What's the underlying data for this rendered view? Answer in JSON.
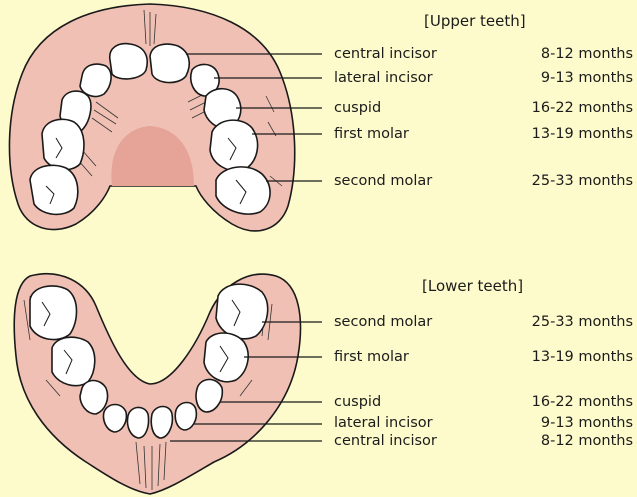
{
  "upper": {
    "header": "[Upper teeth]",
    "teeth": [
      {
        "name": "central incisor",
        "age": "8-12 months"
      },
      {
        "name": "lateral incisor",
        "age": "9-13 months"
      },
      {
        "name": "cuspid",
        "age": "16-22 months"
      },
      {
        "name": "first molar",
        "age": "13-19 months"
      },
      {
        "name": "second molar",
        "age": "25-33 months"
      }
    ]
  },
  "lower": {
    "header": "[Lower teeth]",
    "teeth": [
      {
        "name": "second molar",
        "age": "25-33 months"
      },
      {
        "name": "first molar",
        "age": "13-19 months"
      },
      {
        "name": "cuspid",
        "age": "16-22 months"
      },
      {
        "name": "lateral incisor",
        "age": "9-13 months"
      },
      {
        "name": "central incisor",
        "age": "8-12 months"
      }
    ]
  },
  "colors": {
    "background": "#fdfbcc",
    "gum": "#f0c0b4",
    "palate": "#e6a498",
    "tooth": "#ffffff",
    "outline": "#1a1a1a"
  }
}
